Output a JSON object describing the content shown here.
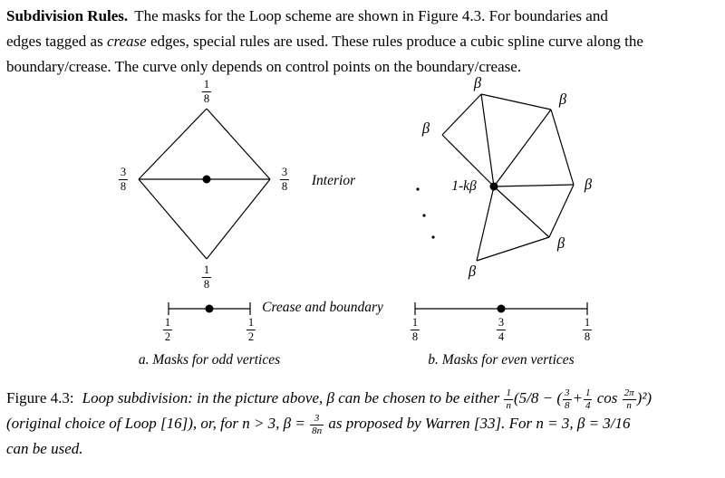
{
  "paragraph": {
    "lead": "Subdivision Rules.",
    "line1_rest": "The masks for the Loop scheme are shown in Figure 4.3. For boundaries and",
    "line2_a": "edges tagged as ",
    "crease_word": "crease",
    "line2_b": " edges, special rules are used. These rules produce a cubic spline curve along the",
    "line3": "boundary/crease. The curve only depends on control points on the boundary/crease."
  },
  "figure": {
    "interior_label": "Interior",
    "crease_boundary_label": "Crease and boundary",
    "subfigure_a_label": "a.  Masks for odd vertices",
    "subfigure_b_label": "b.  Masks for even vertices",
    "beta": "β",
    "center_weight": "1-kβ",
    "odd_mask": {
      "top": {
        "num": "1",
        "den": "8"
      },
      "left": {
        "num": "3",
        "den": "8"
      },
      "right": {
        "num": "3",
        "den": "8"
      },
      "bottom": {
        "num": "1",
        "den": "8"
      }
    },
    "odd_crease": {
      "left": {
        "num": "1",
        "den": "2"
      },
      "right": {
        "num": "1",
        "den": "2"
      }
    },
    "even_crease": {
      "left": {
        "num": "1",
        "den": "8"
      },
      "center": {
        "num": "3",
        "den": "4"
      },
      "right": {
        "num": "1",
        "den": "8"
      }
    }
  },
  "caption": {
    "figure_label": "Figure 4.3:",
    "seg1": "Loop subdivision: in the picture above, β can be chosen to be either ",
    "frac_1n": {
      "num": "1",
      "den": "n"
    },
    "seg2": "(5/8 − (",
    "frac_38": {
      "num": "3",
      "den": "8"
    },
    "plus": "+",
    "frac_14": {
      "num": "1",
      "den": "4"
    },
    "cos_seg": " cos ",
    "frac_2pin": {
      "num": "2π",
      "den": "n"
    },
    "seg3": ")²)",
    "seg4": "(original choice of Loop [16]), or, for n > 3, β = ",
    "frac_38n": {
      "num": "3",
      "den": "8n"
    },
    "seg5": " as proposed by Warren [33]. For n = 3, β = 3/16",
    "seg6": "can be used."
  }
}
